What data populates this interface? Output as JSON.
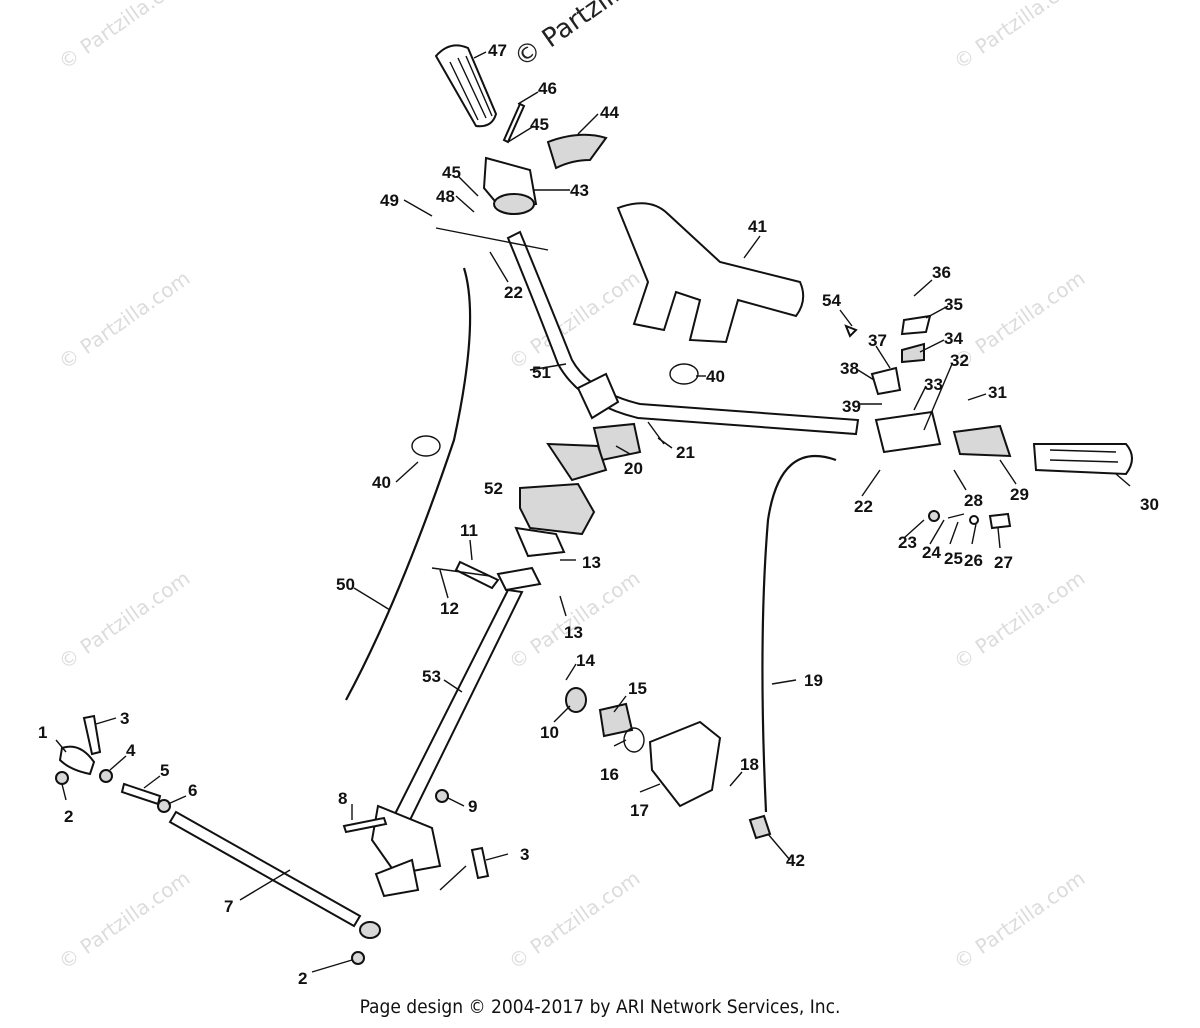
{
  "watermark": {
    "text": "© Partzilla.com",
    "top_text": "© Partzilla"
  },
  "callouts": [
    "1",
    "2",
    "3",
    "4",
    "5",
    "6",
    "7",
    "8",
    "9",
    "10",
    "11",
    "12",
    "13",
    "14",
    "15",
    "16",
    "17",
    "18",
    "19",
    "20",
    "21",
    "22",
    "23",
    "24",
    "25",
    "26",
    "27",
    "28",
    "29",
    "30",
    "31",
    "32",
    "33",
    "34",
    "35",
    "36",
    "37",
    "38",
    "39",
    "40",
    "41",
    "42",
    "43",
    "44",
    "45",
    "46",
    "47",
    "48",
    "49",
    "50",
    "51",
    "52",
    "53",
    "54"
  ],
  "footer": "Page design © 2004-2017 by ARI Network Services, Inc."
}
